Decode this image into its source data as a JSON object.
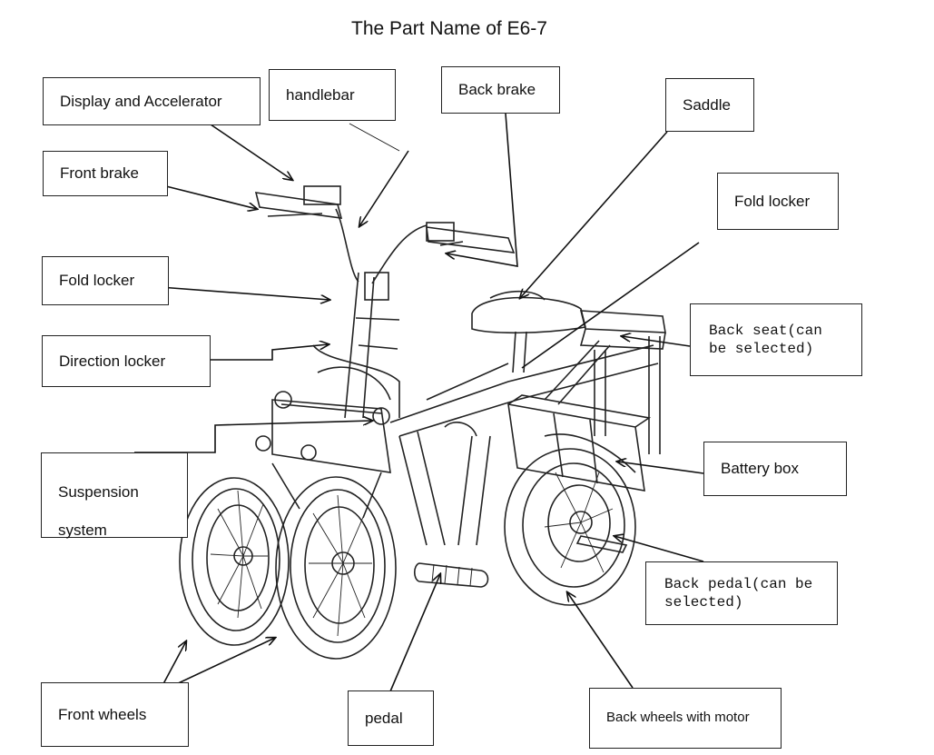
{
  "title": "The Part Name of E6-7",
  "labels": {
    "display_accelerator": "Display and Accelerator",
    "handlebar": "handlebar",
    "back_brake": "Back brake",
    "saddle": "Saddle",
    "front_brake": "Front brake",
    "fold_locker_right": "Fold locker",
    "fold_locker_left": "Fold locker",
    "back_seat": "Back seat(can be selected)",
    "direction_locker": "Direction locker",
    "suspension_system": "Suspension system",
    "battery_box": "Battery box",
    "back_pedal": "Back pedal(can be selected)",
    "front_wheels": "Front wheels",
    "pedal": "pedal",
    "back_wheels_motor": "Back wheels with motor"
  }
}
